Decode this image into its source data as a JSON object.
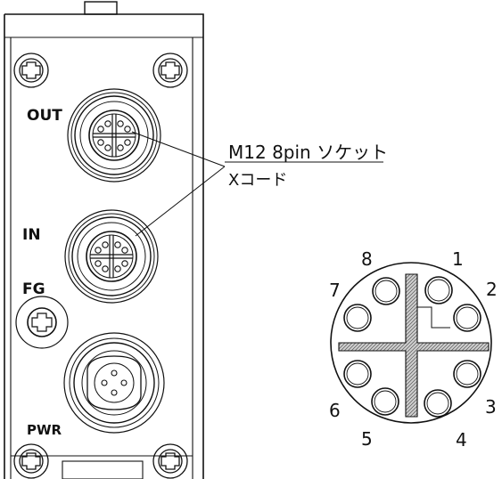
{
  "device": {
    "port_labels": {
      "out": "OUT",
      "in": "IN",
      "fg": "FG",
      "pwr": "PWR"
    }
  },
  "callout": {
    "line1": "M12 8pin ソケット",
    "line2": "Xコード"
  },
  "pinout": {
    "pins": [
      "1",
      "2",
      "3",
      "4",
      "5",
      "6",
      "7",
      "8"
    ]
  },
  "colors": {
    "line": "#111111",
    "hatch": "#bdbdbd",
    "background": "#ffffff"
  }
}
